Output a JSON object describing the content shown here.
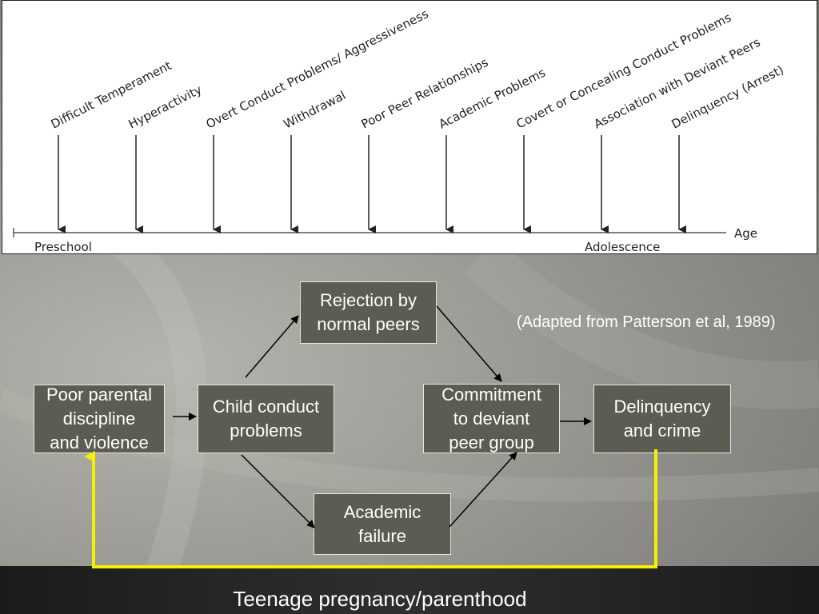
{
  "timeline": {
    "events": [
      "Difficult Temperament",
      "Hyperactivity",
      "Overt Conduct Problems/ Aggressiveness",
      "Withdrawal",
      "Poor Peer Relationships",
      "Academic Problems",
      "Covert or Concealing Conduct Problems",
      "Association with Deviant Peers",
      "Delinquency (Arrest)"
    ],
    "start_label": "Preschool",
    "end_label": "Adolescence",
    "axis_label": "Age"
  },
  "flow": {
    "boxes": {
      "parental": "Poor parental\ndiscipline\nand violence",
      "child": "Child conduct\nproblems",
      "rejection": "Rejection by\nnormal peers",
      "academic": "Academic\nfailure",
      "commitment": "Commitment\nto deviant\npeer group",
      "delinquency": "Delinquency\nand crime"
    },
    "citation": "(Adapted from Patterson et al, 1989)",
    "feedback_color": "#f5f000"
  },
  "footer": "Teenage pregnancy/parenthood"
}
